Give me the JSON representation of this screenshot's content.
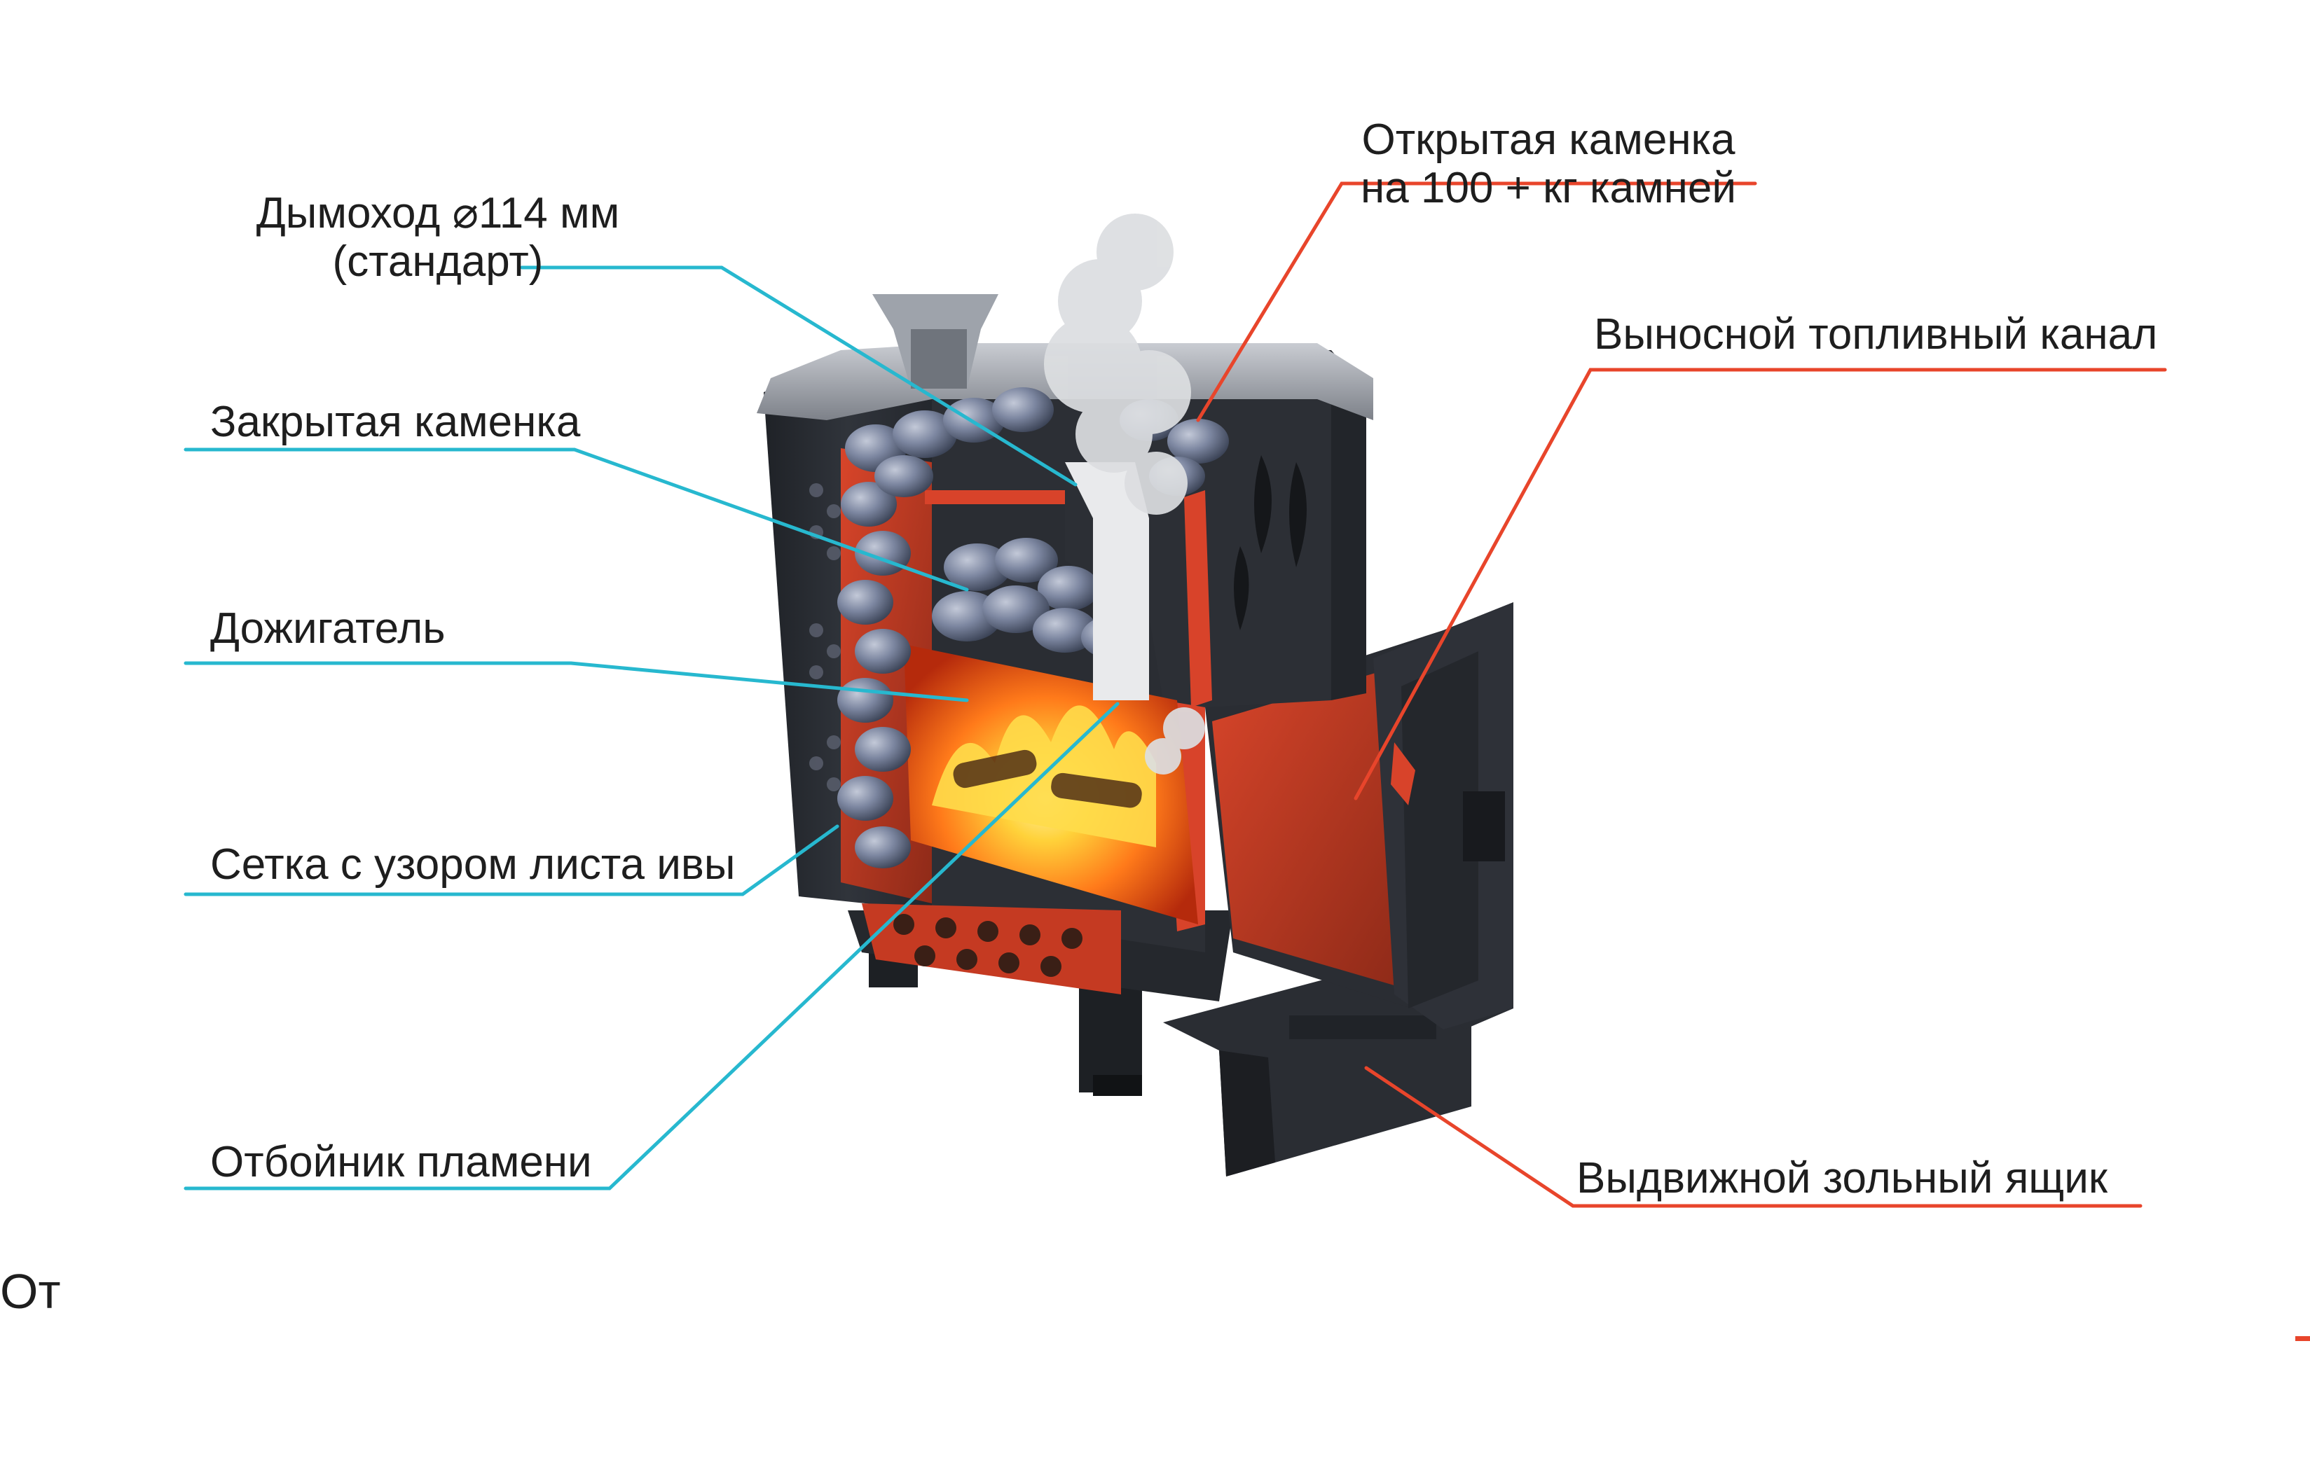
{
  "labels": {
    "chimney_line1": "Дымоход ⌀114 мм",
    "chimney_line2": "(стандарт)",
    "closed_heater": "Закрытая каменка",
    "afterburner": "Дожигатель",
    "willow_mesh": "Сетка с узором листа ивы",
    "flame_deflector": "Отбойник пламени",
    "open_heater_line1": "Открытая каменка",
    "open_heater_line2": "на 100 + кг камней",
    "remote_fuel_channel": "Выносной топливный канал",
    "ash_drawer": "Выдвижной зольный ящик",
    "cut_text": "От"
  },
  "colors": {
    "leader_left": "#27b8cf",
    "leader_right": "#e8452b",
    "stove_body": "#2b2e34",
    "stove_edge": "#3d4149",
    "fire_orange": "#ff7a1a",
    "fire_yellow": "#ffd23a",
    "stone": "#6f7a93",
    "smoke": "#d9dbde"
  }
}
